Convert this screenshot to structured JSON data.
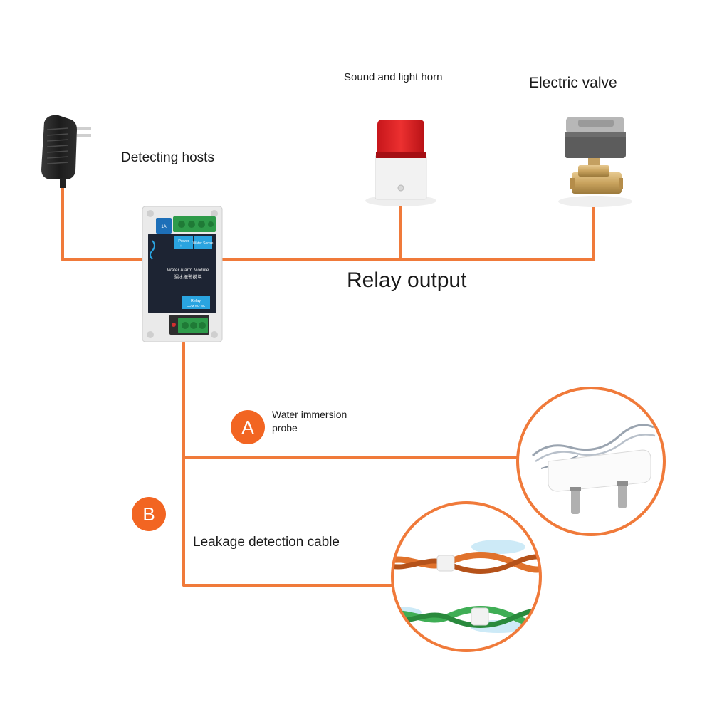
{
  "labels": {
    "detecting_hosts": "Detecting hosts",
    "horn": "Sound and light horn",
    "valve": "Electric valve",
    "relay_output": "Relay output",
    "probe": "Water immersion probe",
    "cable": "Leakage detection cable"
  },
  "badges": {
    "a": "A",
    "b": "B"
  },
  "module": {
    "power": "Power",
    "plus_minus": "+    -",
    "water_sense": "Water Sense",
    "title": "Water Alarm Module",
    "title_cn": "漏水报警模块",
    "relay": "Relay",
    "relay_pins": "COM NO NC",
    "knob": "1A"
  },
  "colors": {
    "wire": "#f07a3a",
    "badge": "#f26522",
    "module_panel": "#1d2433",
    "module_label": "#2aa4e0"
  }
}
